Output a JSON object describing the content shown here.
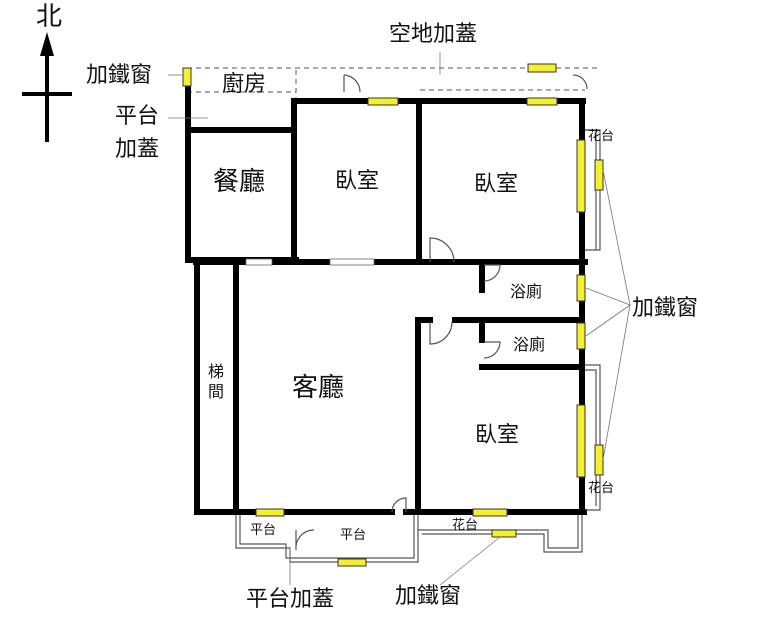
{
  "compass": {
    "label": "北"
  },
  "rooms": {
    "dining": "餐廳",
    "bedroom_1": "臥室",
    "bedroom_2": "臥室",
    "bedroom_3": "臥室",
    "living": "客廳",
    "stairs": "梯間",
    "bath_1": "浴廁",
    "bath_2": "浴廁",
    "kitchen": "廚房",
    "platform_1": "平台",
    "platform_2": "平台"
  },
  "annotations": {
    "open_space_cover": "空地加蓋",
    "iron_window_tl": "加鐵窗",
    "platform_cover_left_1": "平台",
    "platform_cover_left_2": "加蓋",
    "iron_window_right": "加鐵窗",
    "iron_window_bottom": "加鐵窗",
    "platform_cover_bottom": "平台加蓋",
    "flower_bed_1": "花台",
    "flower_bed_2": "花台",
    "flower_bed_3": "花台"
  },
  "colors": {
    "wall": "#000000",
    "window": "#f5ef2e",
    "dim_line": "#555555"
  }
}
